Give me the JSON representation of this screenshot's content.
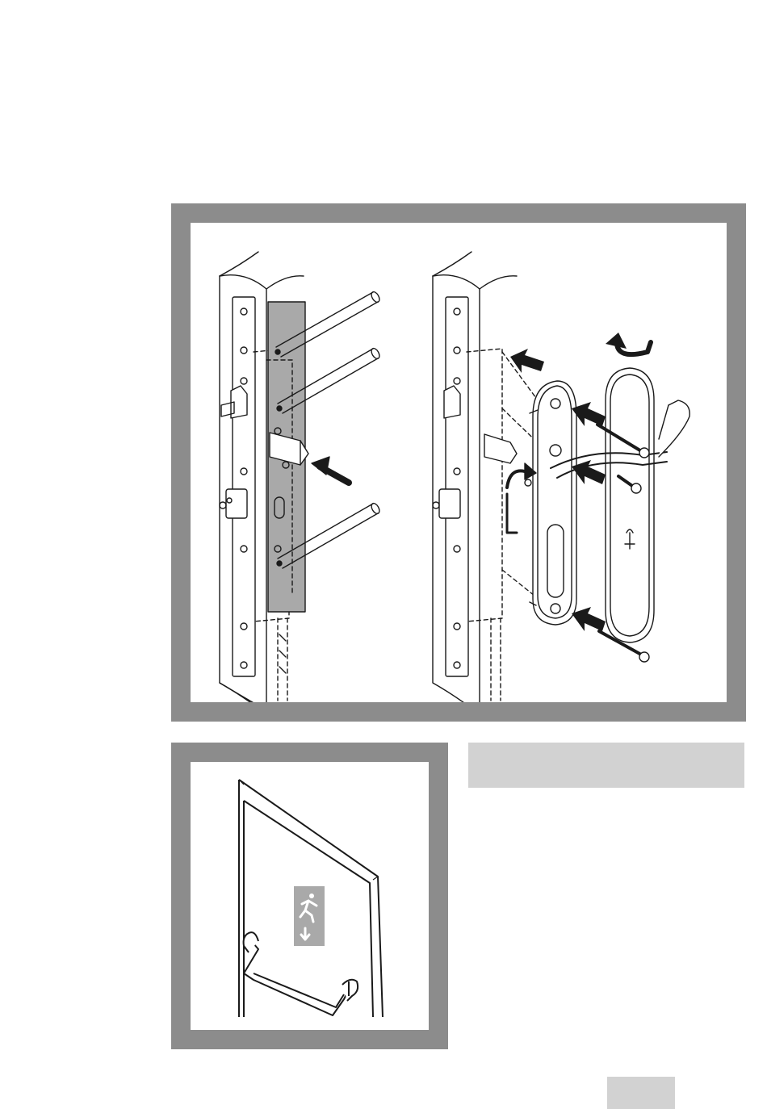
{
  "page": {
    "figures": [
      {
        "name": "handle-installation-figure",
        "panels": [
          "mounting-pins-step",
          "handle-plate-assembly-step"
        ]
      },
      {
        "name": "panic-bar-door-figure",
        "exit_sign_icon": "running-man-exit-icon"
      }
    ],
    "caption_bar": "",
    "page_number": ""
  },
  "colors": {
    "frame": "#8c8c8c",
    "caption_background": "#d2d2d2",
    "template_shading": "#a9a9a9",
    "line": "#1a1a1a"
  }
}
